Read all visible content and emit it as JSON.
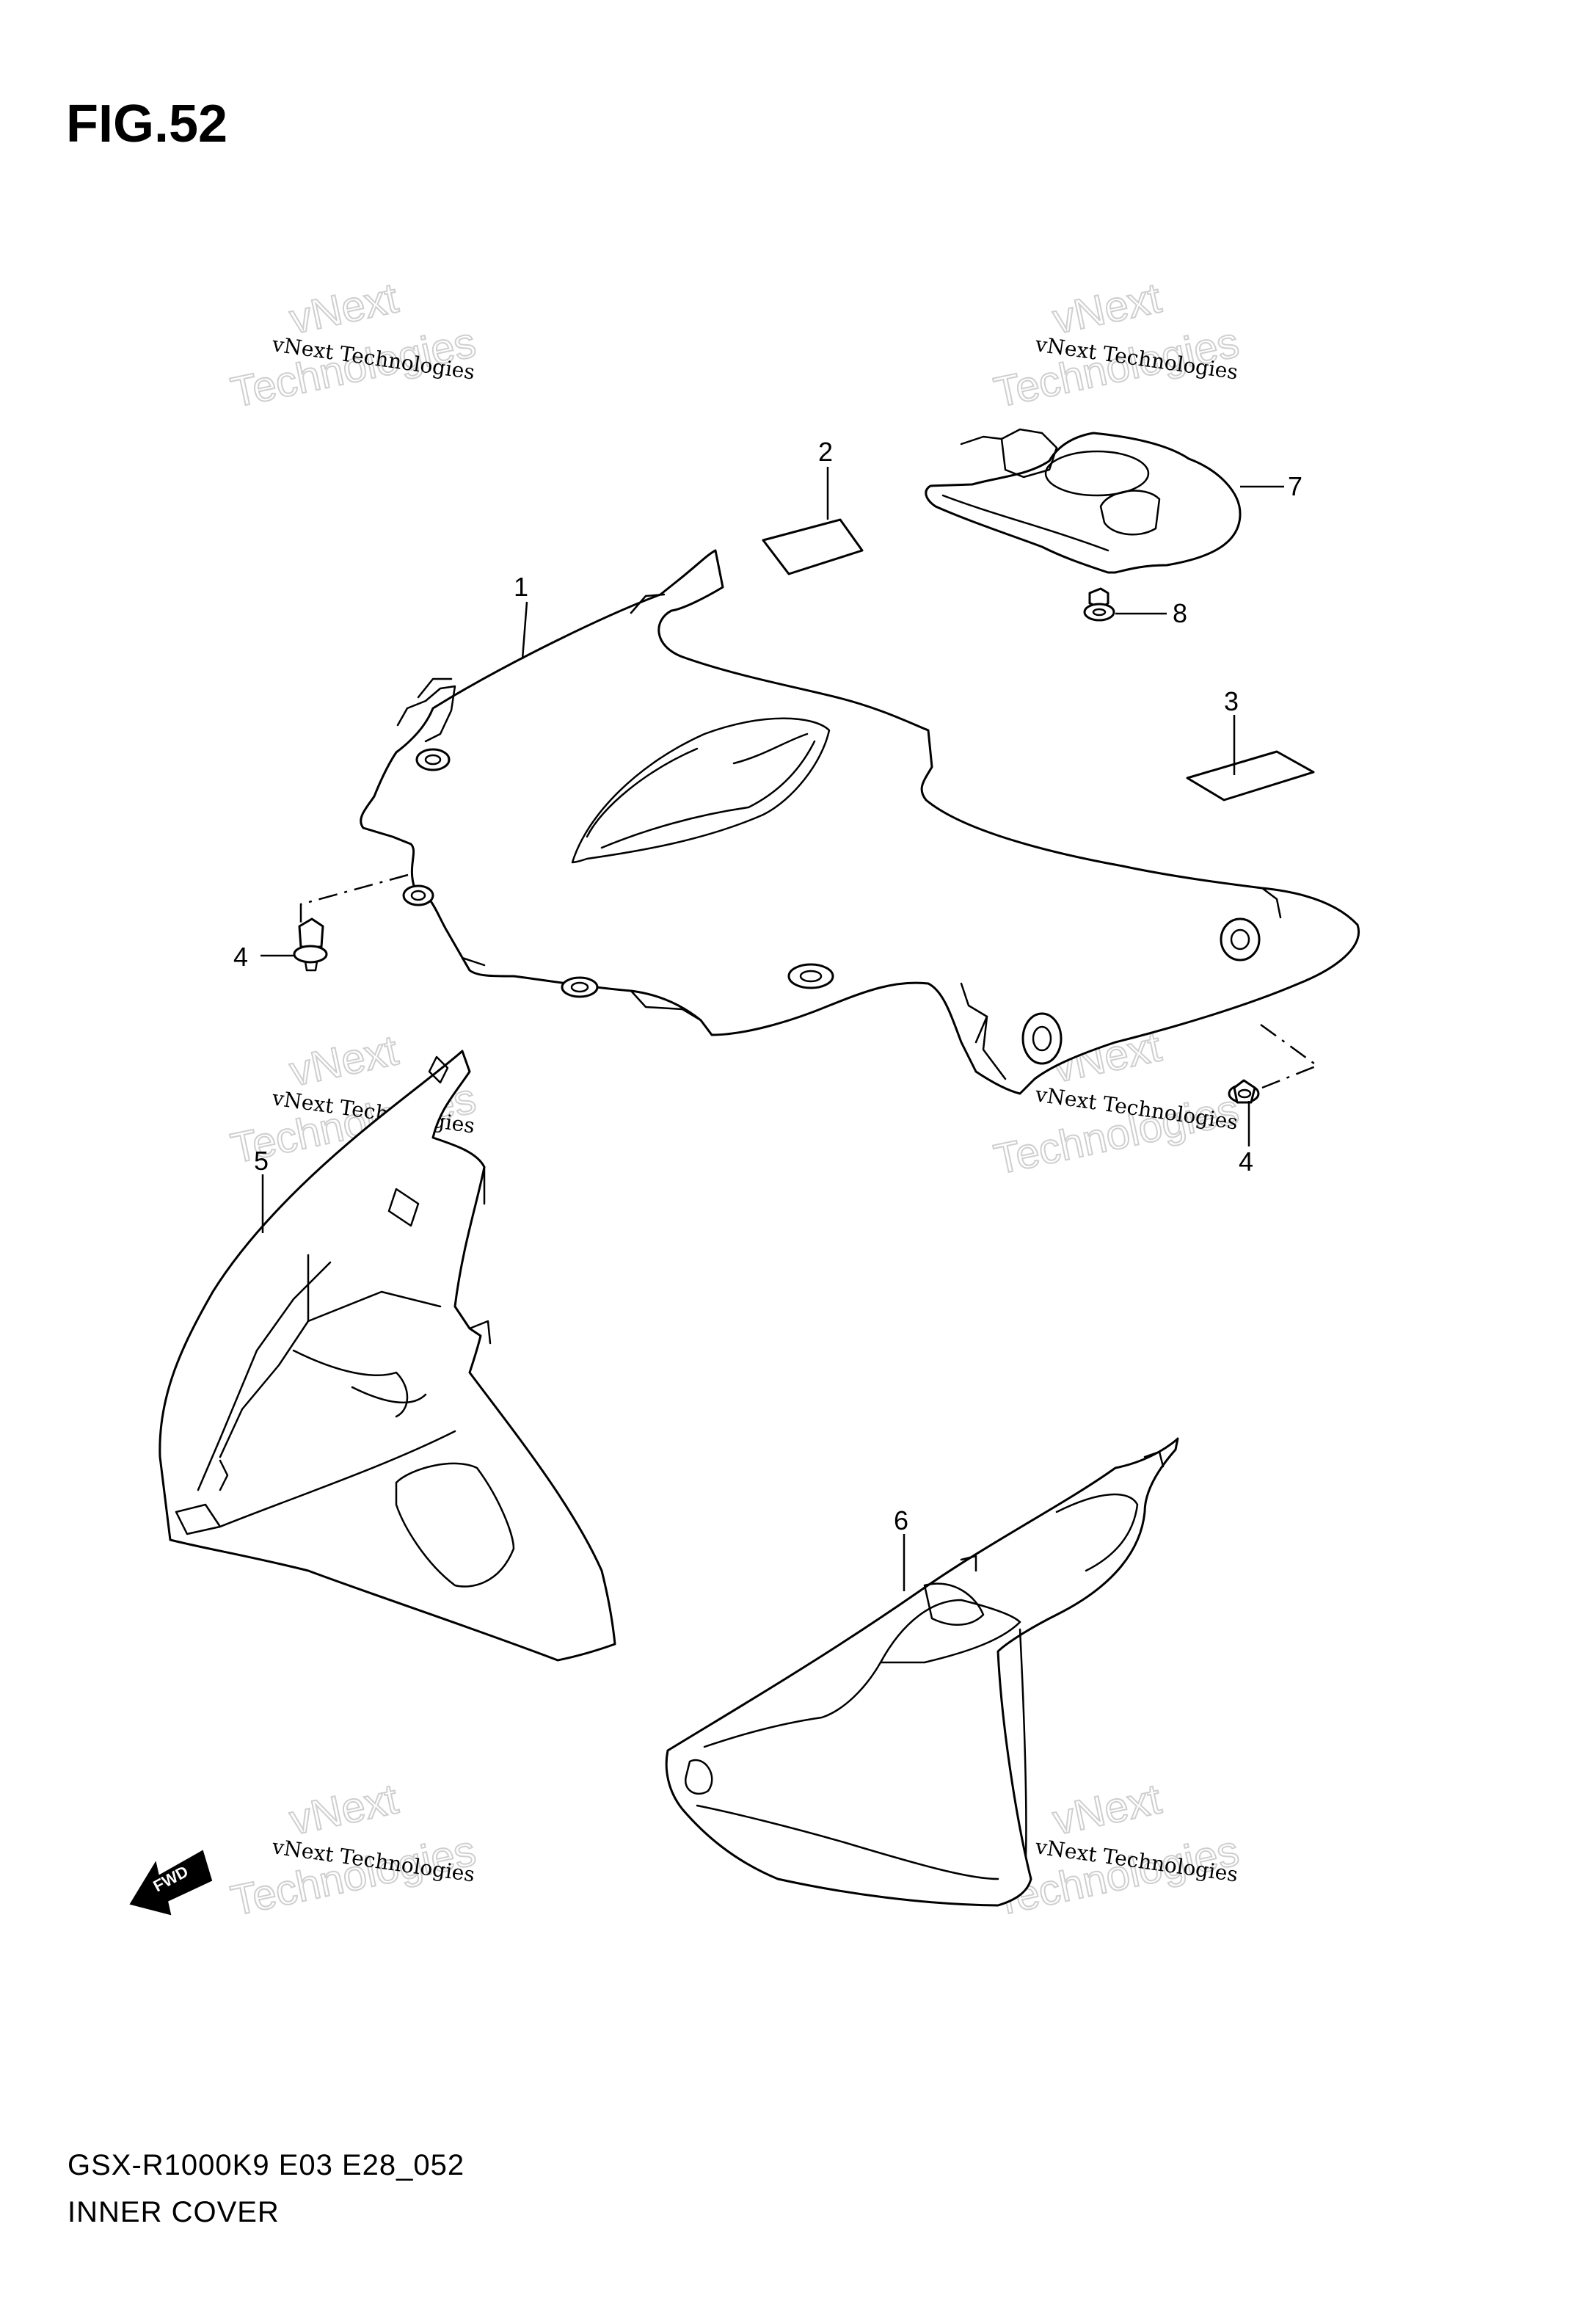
{
  "figure": {
    "title": "FIG.52",
    "model_code": "GSX-R1000K9 E03 E28_052",
    "section_name": "INNER COVER"
  },
  "callouts": [
    {
      "ref": "1",
      "label": "1"
    },
    {
      "ref": "2",
      "label": "2"
    },
    {
      "ref": "3",
      "label": "3"
    },
    {
      "ref": "4",
      "label": "4"
    },
    {
      "ref": "4b",
      "label": "4"
    },
    {
      "ref": "5",
      "label": "5"
    },
    {
      "ref": "6",
      "label": "6"
    },
    {
      "ref": "7",
      "label": "7"
    },
    {
      "ref": "8",
      "label": "8"
    }
  ],
  "direction_badge": {
    "label": "FWD"
  },
  "watermark": {
    "line1": "vNext Technologies",
    "line2": "vNext",
    "line3": "Technologies"
  }
}
